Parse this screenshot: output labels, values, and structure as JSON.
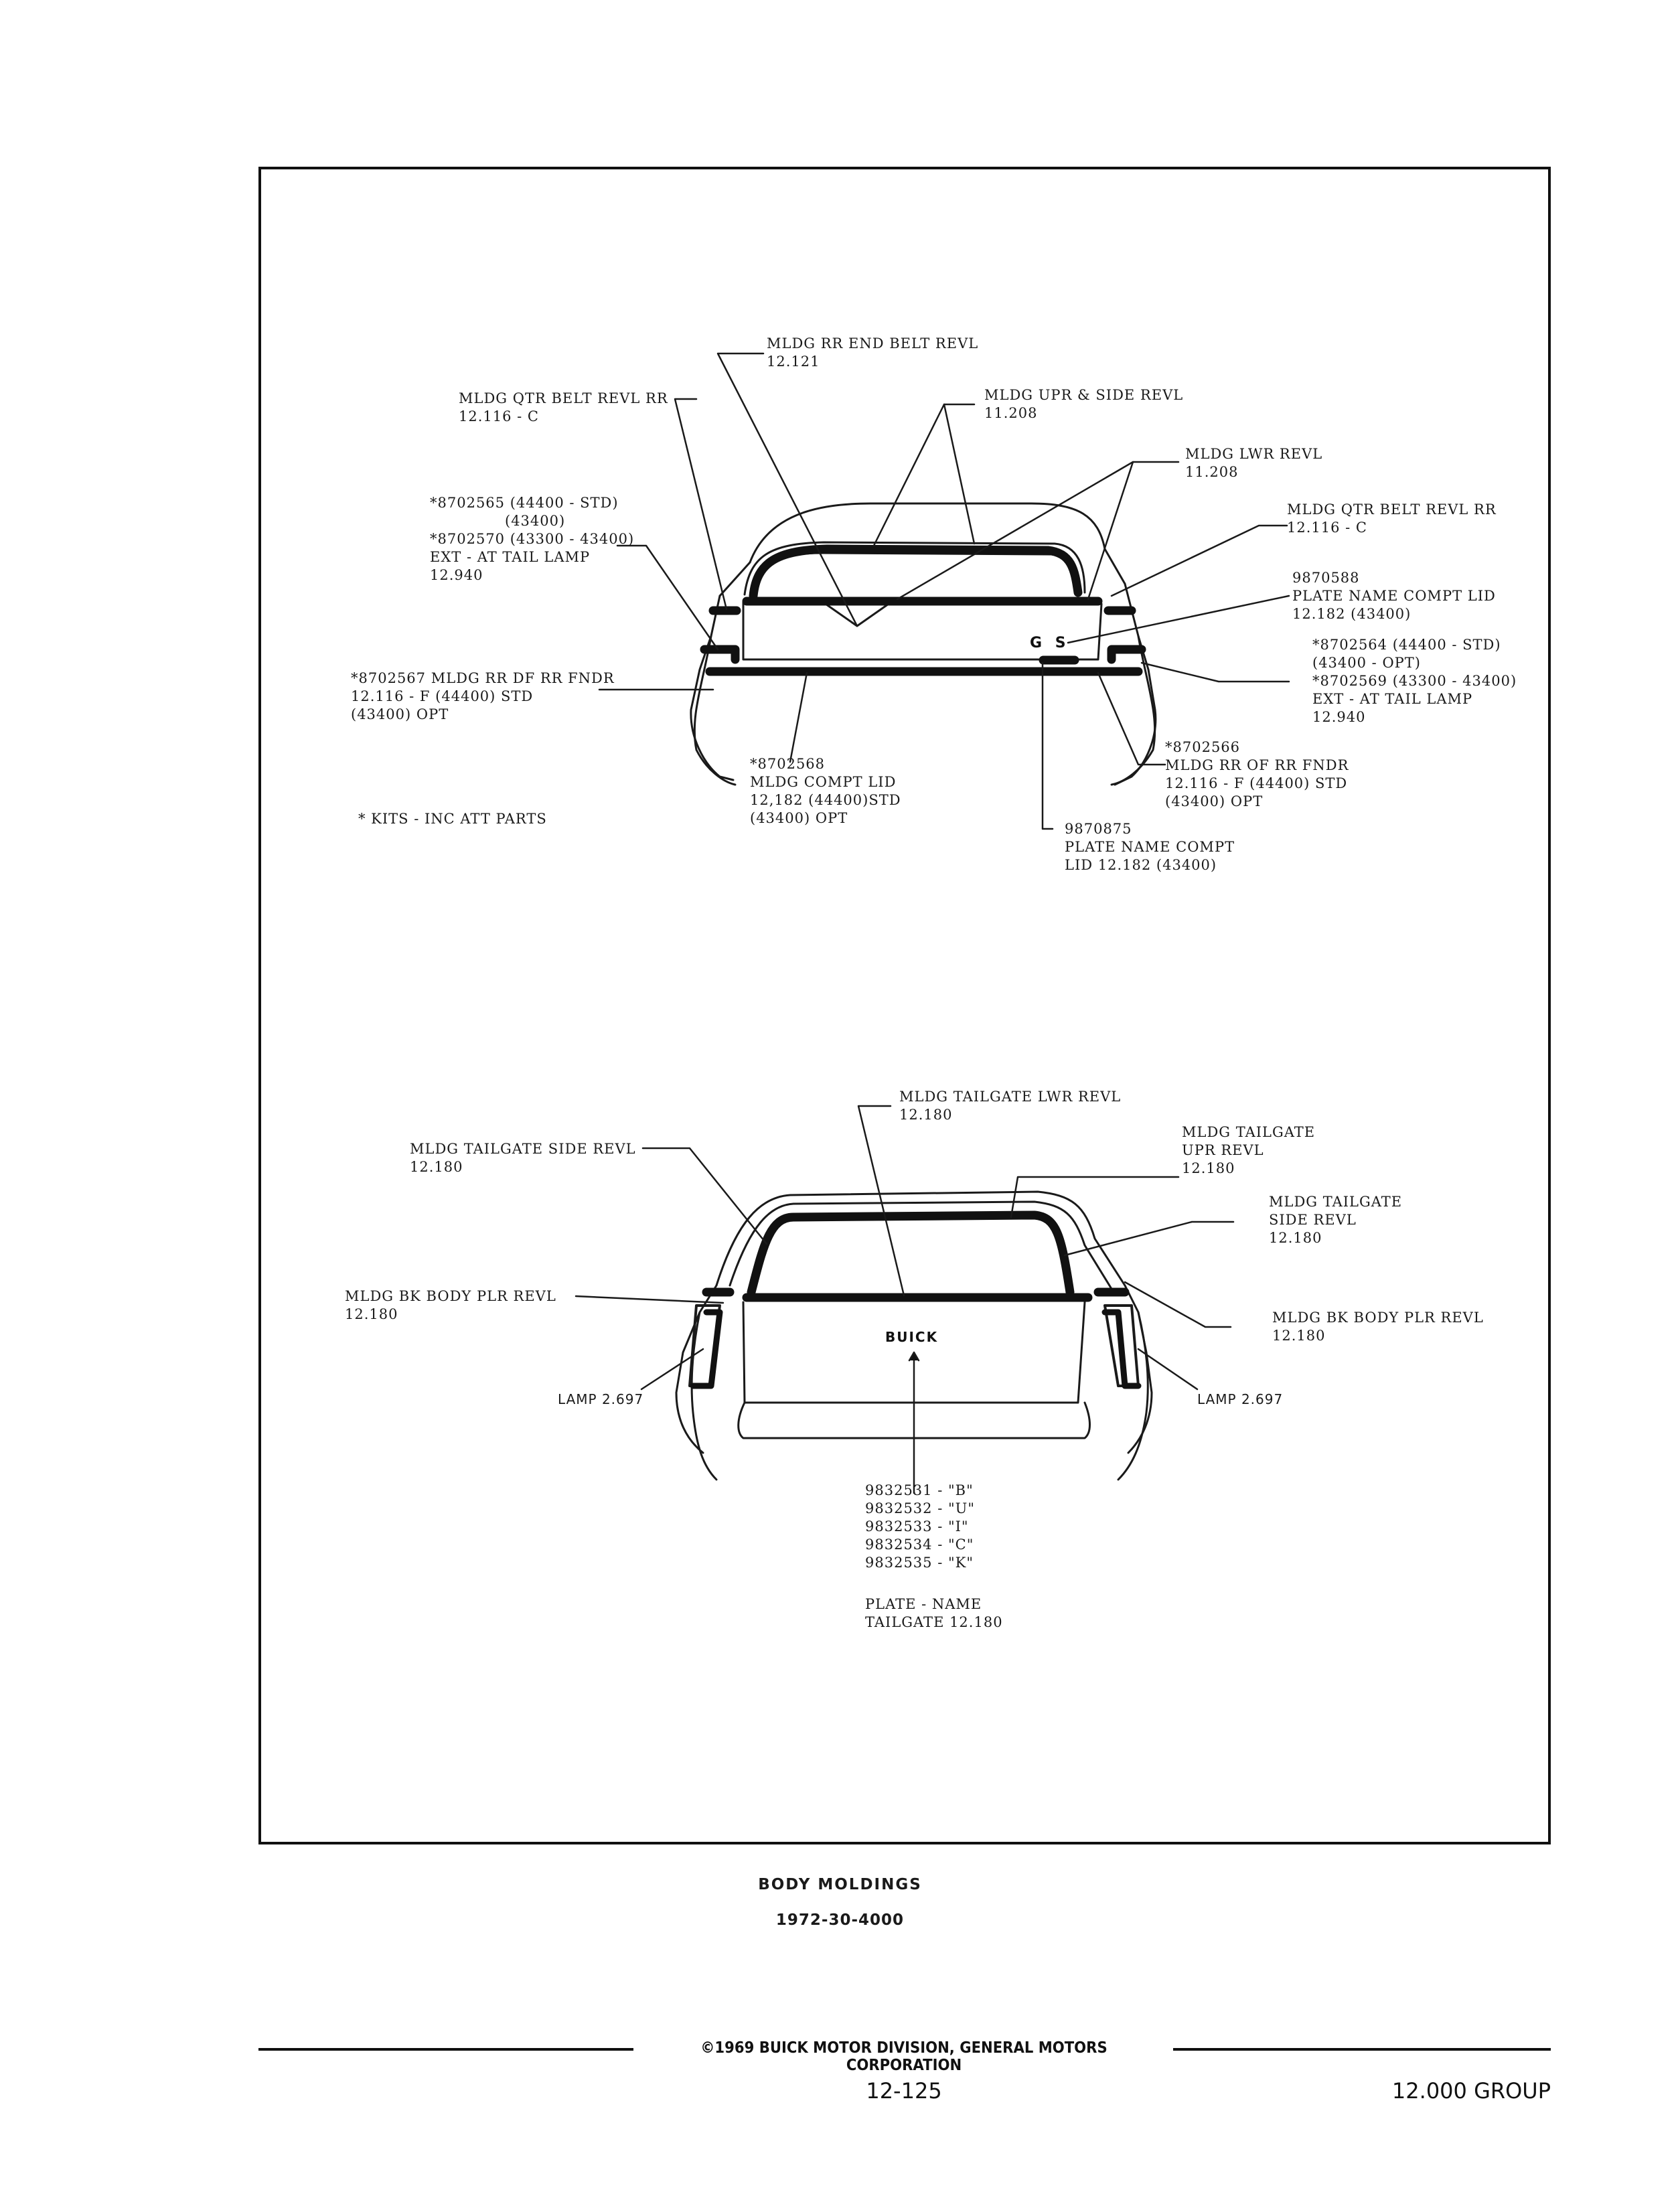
{
  "top": {
    "end_belt": [
      "MLDG RR END BELT REVL",
      "12.121"
    ],
    "qtr_belt_left": [
      "MLDG QTR BELT REVL RR",
      "12.116 - C"
    ],
    "upr_side": [
      "MLDG UPR & SIDE REVL",
      "11.208"
    ],
    "lwr_revl": [
      "MLDG LWR REVL",
      "11.208"
    ],
    "qtr_belt_right": [
      "MLDG QTR BELT REVL RR",
      "12.116 - C"
    ],
    "ext_left": [
      "*8702565 (44400 - STD)",
      "(43400)",
      "*8702570 (43300 - 43400)",
      "EXT - AT TAIL LAMP",
      "12.940"
    ],
    "plate_gs_upper": [
      "9870588",
      "PLATE NAME COMPT LID",
      "12.182 (43400)"
    ],
    "ext_right": [
      "*8702564  (44400 - STD)",
      "(43400 - OPT)",
      "*8702569 (43300 - 43400)",
      "EXT - AT TAIL LAMP",
      "12.940"
    ],
    "rr_df_fndr": [
      "*8702567 MLDG RR DF RR FNDR",
      "12.116 - F (44400) STD",
      "(43400) OPT"
    ],
    "compt_lid": [
      "*8702568",
      "MLDG COMPT LID",
      "12,182 (44400)STD",
      "(43400) OPT"
    ],
    "rr_of_fndr": [
      "*8702566",
      "MLDG RR OF RR FNDR",
      "12.116 - F (44400) STD",
      "(43400) OPT"
    ],
    "plate_gs_lower": [
      "9870875",
      "PLATE NAME COMPT",
      "LID 12.182  (43400)"
    ],
    "kits_note": "* KITS - INC ATT PARTS",
    "badge": "G S"
  },
  "bottom": {
    "tailgate_lwr": [
      "MLDG TAILGATE LWR REVL",
      "12.180"
    ],
    "tailgate_side_left": [
      "MLDG TAILGATE SIDE REVL",
      "12.180"
    ],
    "tailgate_upr": [
      "MLDG TAILGATE",
      "UPR REVL",
      "12.180"
    ],
    "tailgate_side_right": [
      "MLDG TAILGATE",
      "SIDE REVL",
      "12.180"
    ],
    "bk_plr_left": [
      "MLDG BK BODY PLR REVL",
      "12.180"
    ],
    "bk_plr_right": [
      "MLDG BK BODY PLR REVL",
      "12.180"
    ],
    "lamp_left": "LAMP 2.697",
    "lamp_right": "LAMP 2.697",
    "badge": "BUICK",
    "plate_parts": [
      "9832531 - \"B\"",
      "9832532 - \"U\"",
      "9832533 - \"I\"",
      "9832534 - \"C\"",
      "9832535 - \"K\""
    ],
    "plate_name": [
      "PLATE - NAME",
      "TAILGATE 12.180"
    ]
  },
  "caption": {
    "title": "BODY MOLDINGS",
    "code": "1972-30-4000"
  },
  "footer": {
    "copyright": "©1969 BUICK MOTOR DIVISION, GENERAL MOTORS CORPORATION",
    "page": "12-125",
    "group": "12.000 GROUP"
  }
}
